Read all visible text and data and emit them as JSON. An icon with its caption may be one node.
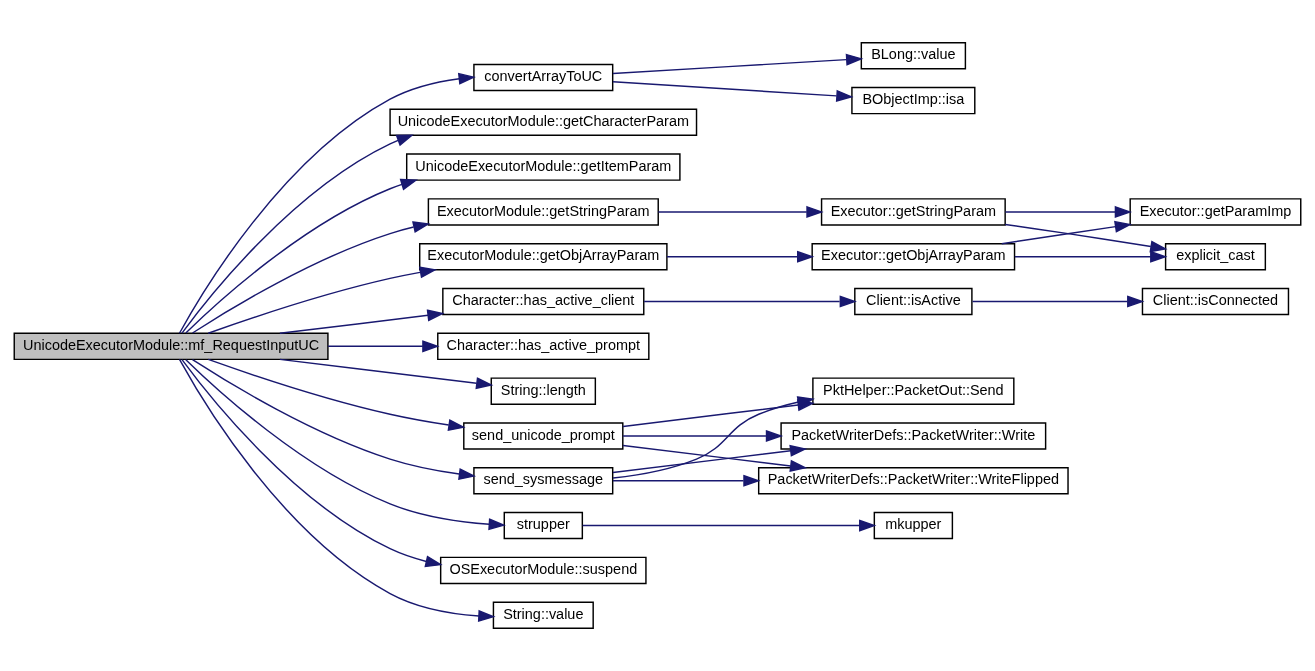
{
  "diagram": {
    "nodes": [
      {
        "text": [
          "UnicodeExecutorModule::mf_RequestInputUC"
        ]
      },
      {
        "text": [
          "convertArrayToUC"
        ]
      },
      {
        "text": [
          "BLong::value"
        ]
      },
      {
        "text": [
          "BObjectImp::isa"
        ]
      },
      {
        "text": [
          "UnicodeExecutorModule::getCharacterParam"
        ]
      },
      {
        "text": [
          "UnicodeExecutorModule::getItemParam"
        ]
      },
      {
        "text": [
          "ExecutorModule::getStringParam"
        ]
      },
      {
        "text": [
          "Executor::getStringParam"
        ]
      },
      {
        "text": [
          "Executor::getParamImp"
        ]
      },
      {
        "text": [
          "explicit_cast"
        ]
      },
      {
        "text": [
          "ExecutorModule::getObjArrayParam"
        ]
      },
      {
        "text": [
          "Executor::getObjArrayParam"
        ]
      },
      {
        "text": [
          "Character::has_active_client"
        ]
      },
      {
        "text": [
          "Client::isActive"
        ]
      },
      {
        "text": [
          "Client::isConnected"
        ]
      },
      {
        "text": [
          "Character::has_active_prompt"
        ]
      },
      {
        "text": [
          "String::length"
        ]
      },
      {
        "text": [
          "send_unicode_prompt"
        ]
      },
      {
        "text": [
          "PktHelper::PacketOut::Send"
        ]
      },
      {
        "text": [
          "PacketWriterDefs::PacketWriter::Write"
        ]
      },
      {
        "text": [
          "send_sysmessage"
        ]
      },
      {
        "text": [
          "PacketWriterDefs::PacketWriter::WriteFlipped"
        ]
      },
      {
        "text": [
          "strupper"
        ]
      },
      {
        "text": [
          "mkupper"
        ]
      },
      {
        "text": [
          "OSExecutorModule::suspend"
        ]
      },
      {
        "text": [
          "String::value"
        ]
      }
    ],
    "edges": [
      {
        "from": 0,
        "to": 1,
        "arrow": "to"
      },
      {
        "from": 0,
        "to": 4,
        "arrow": "to"
      },
      {
        "from": 0,
        "to": 5,
        "arrow": "to"
      },
      {
        "from": 0,
        "to": 6,
        "arrow": "to"
      },
      {
        "from": 0,
        "to": 10,
        "arrow": "to"
      },
      {
        "from": 0,
        "to": 12,
        "arrow": "to"
      },
      {
        "from": 0,
        "to": 15,
        "arrow": "to"
      },
      {
        "from": 0,
        "to": 16,
        "arrow": "to"
      },
      {
        "from": 0,
        "to": 17,
        "arrow": "to"
      },
      {
        "from": 0,
        "to": 20,
        "arrow": "to"
      },
      {
        "from": 0,
        "to": 22,
        "arrow": "to"
      },
      {
        "from": 0,
        "to": 24,
        "arrow": "to"
      },
      {
        "from": 0,
        "to": 25,
        "arrow": "to"
      },
      {
        "from": 1,
        "to": 2,
        "arrow": "to"
      },
      {
        "from": 1,
        "to": 3,
        "arrow": "to"
      },
      {
        "from": 6,
        "to": 7,
        "arrow": "to"
      },
      {
        "from": 7,
        "to": 8,
        "arrow": "to"
      },
      {
        "from": 7,
        "to": 9,
        "arrow": "to"
      },
      {
        "from": 10,
        "to": 11,
        "arrow": "to"
      },
      {
        "from": 11,
        "to": 8,
        "arrow": "to"
      },
      {
        "from": 11,
        "to": 9,
        "arrow": "to"
      },
      {
        "from": 12,
        "to": 13,
        "arrow": "to"
      },
      {
        "from": 13,
        "to": 14,
        "arrow": "to"
      },
      {
        "from": 17,
        "to": 18,
        "arrow": "to"
      },
      {
        "from": 17,
        "to": 19,
        "arrow": "to"
      },
      {
        "from": 17,
        "to": 21,
        "arrow": "to"
      },
      {
        "from": 20,
        "to": 18,
        "arrow": "to"
      },
      {
        "from": 20,
        "to": 19,
        "arrow": "to"
      },
      {
        "from": 20,
        "to": 21,
        "arrow": "to"
      },
      {
        "from": 22,
        "to": 23,
        "arrow": "to"
      }
    ]
  }
}
